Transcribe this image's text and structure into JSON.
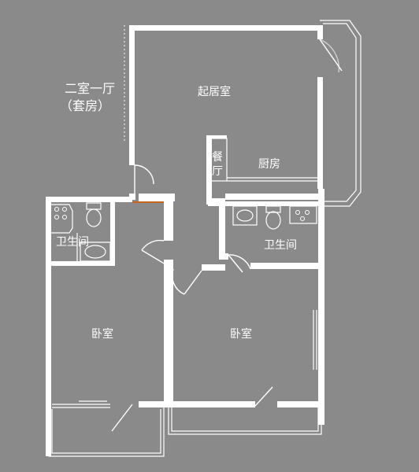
{
  "title": {
    "line1": "二室一厅",
    "line2": "（套房）"
  },
  "rooms": {
    "living": "起居室",
    "dining_1": "餐",
    "dining_2": "厅",
    "kitchen": "厨房",
    "bath_left": "卫生间",
    "bath_right": "卫生间",
    "bedroom_left": "卧室",
    "bedroom_right": "卧室"
  },
  "colors": {
    "background": "#8a8a8a",
    "lines": "#ffffff",
    "accent": "#c4651f"
  }
}
